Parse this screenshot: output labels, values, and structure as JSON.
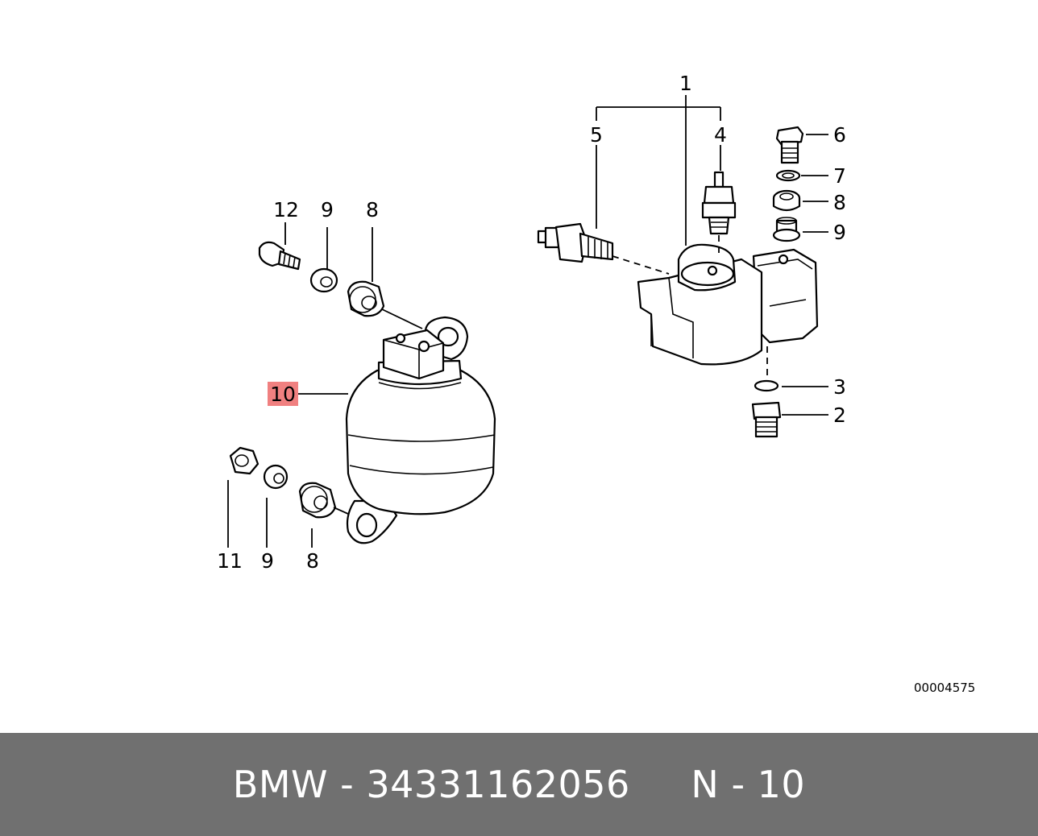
{
  "callouts": {
    "c1": "1",
    "c2": "2",
    "c3": "3",
    "c4": "4",
    "c5": "5",
    "c6": "6",
    "c7": "7",
    "c8_right": "8",
    "c9_right": "9",
    "c12": "12",
    "c9_top": "9",
    "c8_top": "8",
    "c10": "10",
    "c11": "11",
    "c9_bottom": "9",
    "c8_bottom": "8"
  },
  "highlight_color": "#f08080",
  "drawing_id": "00004575",
  "footer": {
    "text": "BMW - 34331162056     N - 10"
  }
}
